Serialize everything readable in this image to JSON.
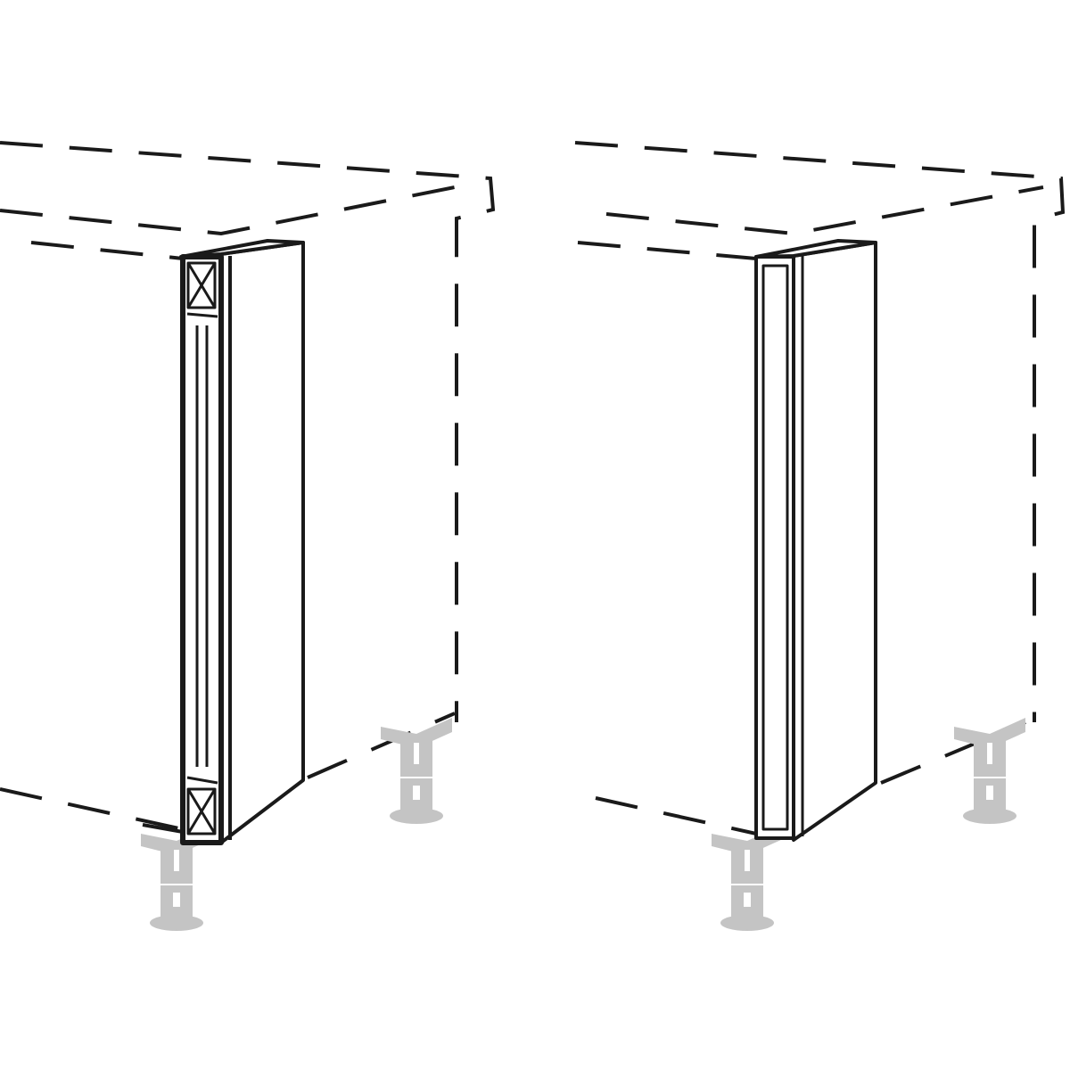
{
  "colors": {
    "line": "#1a1a1a",
    "foot": "#c4c4c4",
    "background": "#ffffff"
  },
  "figures": [
    {
      "panel": "left",
      "pilaster_style": "decorative-fluted-with-x-blocks"
    },
    {
      "panel": "right",
      "pilaster_style": "plain-framed"
    }
  ]
}
